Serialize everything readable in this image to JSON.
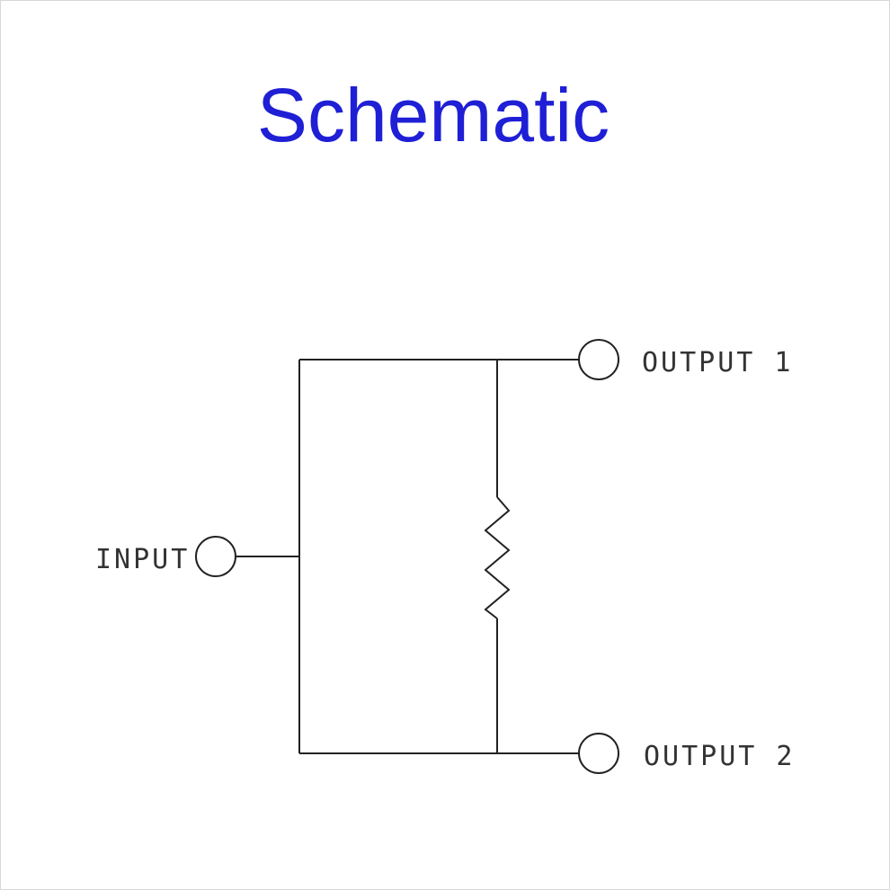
{
  "title": "Schematic",
  "colors": {
    "title": "#1f1fd6",
    "wire": "#222222",
    "label": "#333333"
  },
  "terminals": {
    "input": "INPUT",
    "output1": "OUTPUT 1",
    "output2": "OUTPUT 2"
  },
  "components": {
    "resistor": "resistor-symbol"
  }
}
